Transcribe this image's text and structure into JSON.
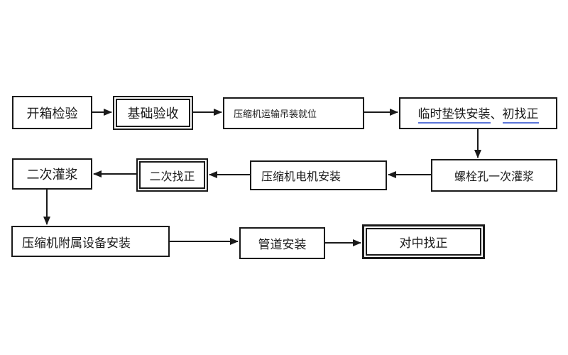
{
  "page": {
    "background_color": "#ffffff",
    "border_color": "#1a1a1a",
    "underline_accent_color": "#5b75d9"
  },
  "diagram": {
    "type": "flowchart",
    "nodes": [
      {
        "label": "开箱检验",
        "shape": "rectangle"
      },
      {
        "label": "基础验收",
        "shape": "double-rectangle"
      },
      {
        "label": "压缩机运输吊装就位",
        "shape": "rectangle"
      },
      {
        "label": "临时垫铁安装、初找正",
        "shape": "rectangle",
        "p1": "临时垫铁安装",
        "sep": "、",
        "p2": "初找正",
        "underlined_segments": [
          "临时垫铁安装",
          "初找正"
        ]
      },
      {
        "label": "螺栓孔一次灌浆",
        "shape": "rectangle"
      },
      {
        "label": "压缩机电机安装",
        "shape": "rectangle"
      },
      {
        "label": "二次找正",
        "shape": "double-rectangle"
      },
      {
        "label": "二次灌浆",
        "shape": "rectangle"
      },
      {
        "label": "压缩机附属设备安装",
        "shape": "rectangle"
      },
      {
        "label": "管道安装",
        "shape": "rectangle"
      },
      {
        "label": "对中找正",
        "shape": "double-rectangle"
      }
    ],
    "edges": [
      {
        "from": "开箱检验",
        "to": "基础验收"
      },
      {
        "from": "基础验收",
        "to": "压缩机运输吊装就位"
      },
      {
        "from": "压缩机运输吊装就位",
        "to": "临时垫铁安装、初找正"
      },
      {
        "from": "临时垫铁安装、初找正",
        "to": "螺栓孔一次灌浆"
      },
      {
        "from": "螺栓孔一次灌浆",
        "to": "压缩机电机安装"
      },
      {
        "from": "压缩机电机安装",
        "to": "二次找正"
      },
      {
        "from": "二次找正",
        "to": "二次灌浆"
      },
      {
        "from": "二次灌浆",
        "to": "压缩机附属设备安装"
      },
      {
        "from": "压缩机附属设备安装",
        "to": "管道安装"
      },
      {
        "from": "管道安装",
        "to": "对中找正"
      }
    ]
  }
}
